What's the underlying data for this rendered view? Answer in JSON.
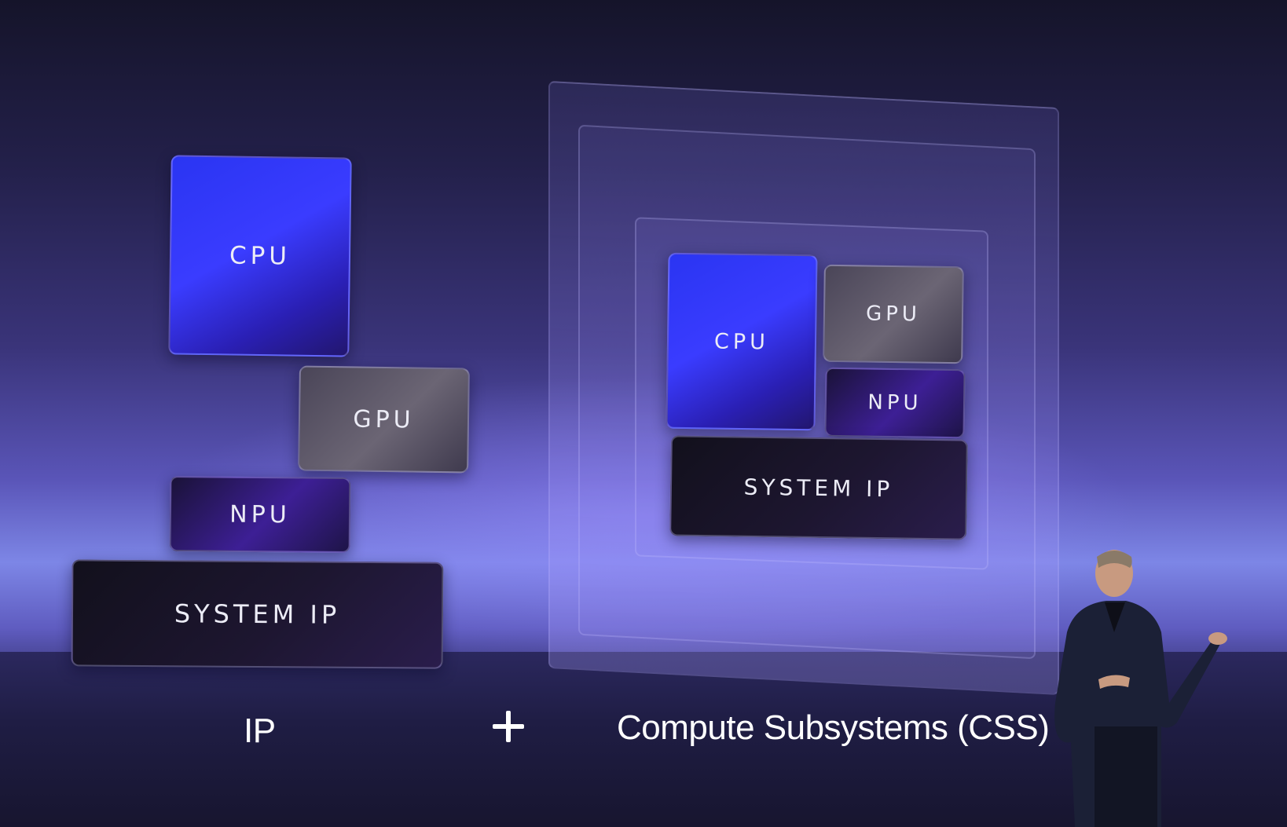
{
  "ip_stack": {
    "cpu_label": "CPU",
    "gpu_label": "GPU",
    "npu_label": "NPU",
    "system_ip_label": "SYSTEM IP"
  },
  "css_block": {
    "cpu_label": "CPU",
    "gpu_label": "GPU",
    "npu_label": "NPU",
    "system_ip_label": "SYSTEM IP"
  },
  "captions": {
    "ip": "IP",
    "plus": "+",
    "css": "Compute Subsystems (CSS)"
  },
  "colors": {
    "cpu": "#3a3cff",
    "gpu": "#5e5868",
    "npu": "#3d1f95",
    "system_ip": "#1a1428"
  }
}
